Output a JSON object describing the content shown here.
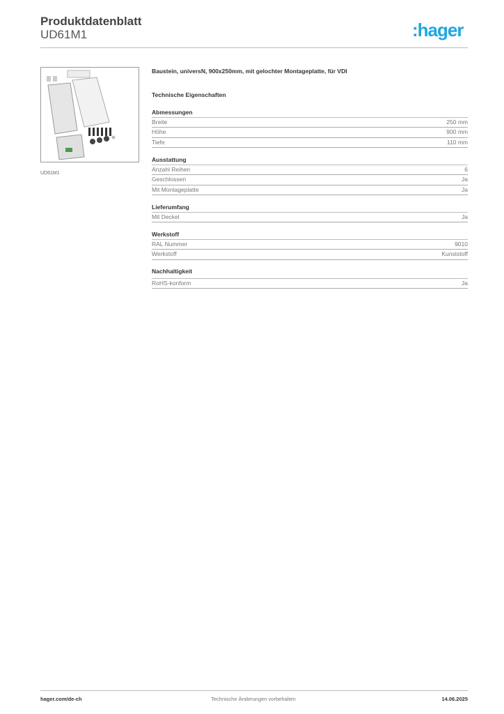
{
  "header": {
    "title": "Produktdatenblatt",
    "product_code": "UD61M1",
    "logo_text": ":hager",
    "logo_color": "#1ea7e1"
  },
  "product": {
    "image_caption": "UD61M1",
    "description": "Baustein, universN, 900x250mm, mit gelochter Montageplatte, für VDI",
    "tech_heading": "Technische Eigenschaften"
  },
  "sections": [
    {
      "title": "Abmessungen",
      "rows": [
        {
          "label": "Breite",
          "value": "250 mm"
        },
        {
          "label": "Höhe",
          "value": "900 mm"
        },
        {
          "label": "Tiefe",
          "value": "110 mm"
        }
      ]
    },
    {
      "title": "Ausstattung",
      "rows": [
        {
          "label": "Anzahl Reihen",
          "value": "6"
        },
        {
          "label": "Geschlossen",
          "value": "Ja"
        },
        {
          "label": "Mit Montageplatte",
          "value": "Ja"
        }
      ]
    },
    {
      "title": "Lieferumfang",
      "rows": [
        {
          "label": "Mit Deckel",
          "value": "Ja"
        }
      ]
    },
    {
      "title": "Werkstoff",
      "rows": [
        {
          "label": "RAL Nummer",
          "value": "9010"
        },
        {
          "label": "Werkstoff",
          "value": "Kunststoff"
        }
      ]
    },
    {
      "title": "Nachhaltigkeit",
      "rows": [
        {
          "label": "RoHS-konform",
          "value": "Ja"
        }
      ]
    }
  ],
  "footer": {
    "website": "hager.com/de-ch",
    "notice": "Technische Änderungen vorbehalten",
    "date": "14.06.2025"
  }
}
